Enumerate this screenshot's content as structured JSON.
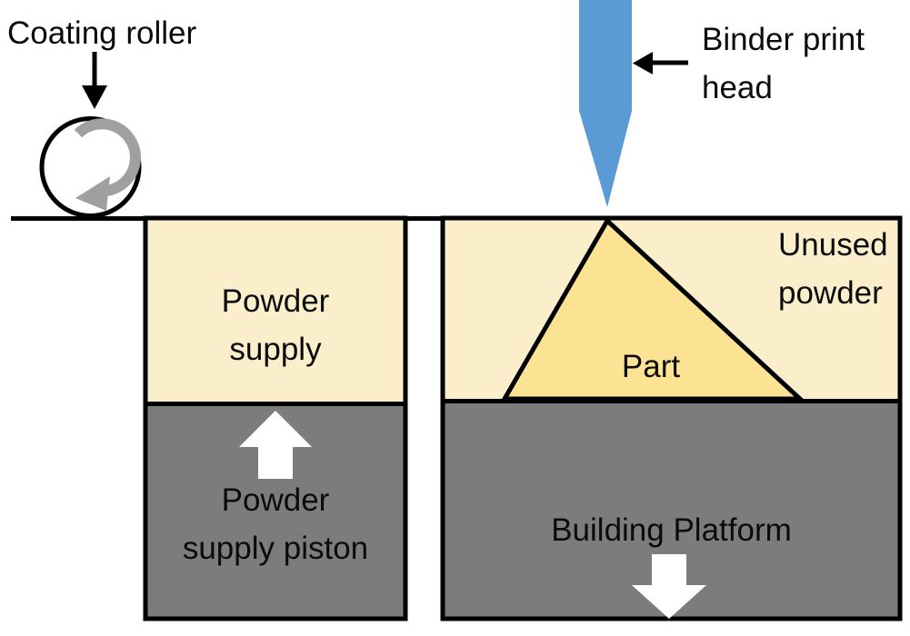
{
  "diagram": {
    "labels": {
      "coating_roller": "Coating roller",
      "binder_print_head": "Binder print\nhead",
      "powder_supply": "Powder\nsupply",
      "powder_supply_piston": "Powder\nsupply piston",
      "unused_powder": "Unused\npowder",
      "part": "Part",
      "building_platform": "Building Platform"
    },
    "colors": {
      "powder_yellow": "#FBEECA",
      "part_yellow": "#FBE393",
      "piston_gray": "#7C7C7C",
      "binder_blue": "#5B9BD5",
      "roller_arrow_gray": "#A0A0A0",
      "outline_black": "#000000",
      "arrow_white": "#FFFFFF",
      "background_white": "#FFFFFF"
    }
  }
}
